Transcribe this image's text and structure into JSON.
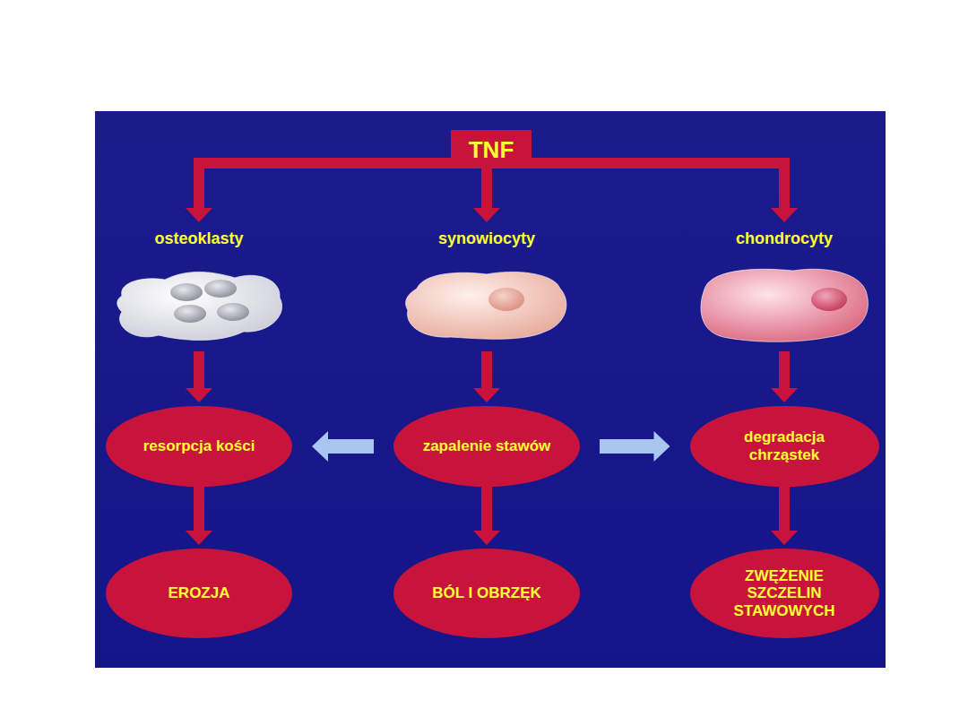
{
  "diagram": {
    "nodes": [
      {
        "text": [
          "TNF"
        ]
      },
      {
        "text": [
          "osteoklasty"
        ]
      },
      {
        "text": [
          "synowiocyty"
        ]
      },
      {
        "text": [
          "chondrocyty"
        ]
      },
      {
        "text": [
          "resorpcja kości"
        ]
      },
      {
        "text": [
          "zapalenie stawów"
        ]
      },
      {
        "text": [
          "degradacja chrząstek"
        ]
      },
      {
        "text": [
          "EROZJA"
        ]
      },
      {
        "text": [
          "BÓL I OBRZĘK"
        ]
      },
      {
        "text": [
          "ZWĘŻENIE SZCZELIN STAWOWYCH"
        ]
      }
    ],
    "edges": [
      {
        "from": 0,
        "to": 1,
        "arrow": "to"
      },
      {
        "from": 0,
        "to": 2,
        "arrow": "to"
      },
      {
        "from": 0,
        "to": 3,
        "arrow": "to"
      },
      {
        "from": 1,
        "to": 4,
        "arrow": "to"
      },
      {
        "from": 2,
        "to": 5,
        "arrow": "to"
      },
      {
        "from": 3,
        "to": 6,
        "arrow": "to"
      },
      {
        "from": 5,
        "to": 4,
        "arrow": "to"
      },
      {
        "from": 5,
        "to": 6,
        "arrow": "to"
      },
      {
        "from": 4,
        "to": 7,
        "arrow": "to"
      },
      {
        "from": 5,
        "to": 8,
        "arrow": "to"
      },
      {
        "from": 6,
        "to": 9,
        "arrow": "to"
      }
    ]
  }
}
